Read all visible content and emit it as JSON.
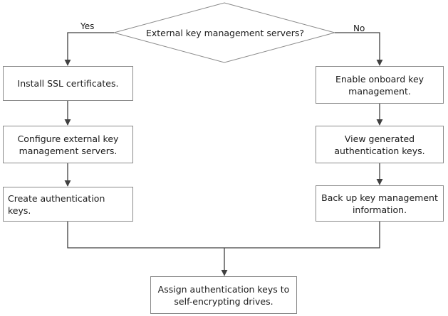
{
  "decision": {
    "question": "External key management servers?",
    "yes_label": "Yes",
    "no_label": "No"
  },
  "left_steps": [
    "Install SSL certificates.",
    "Configure external key management servers.",
    "Create authentication keys."
  ],
  "right_steps": [
    "Enable onboard key management.",
    "View generated authentication keys.",
    "Back up key management information."
  ],
  "final_step": "Assign authentication keys to self-encrypting drives.",
  "colors": {
    "stroke": "#404040",
    "box_border": "#8a8a8a",
    "text": "#1a1a1a"
  }
}
